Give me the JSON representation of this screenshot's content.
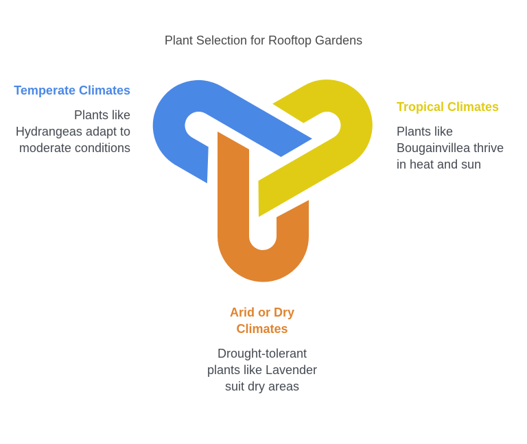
{
  "title": "Plant Selection for Rooftop Gardens",
  "colors": {
    "temperate": "#4a88e6",
    "tropical": "#e0cc14",
    "arid": "#e08430"
  },
  "sections": {
    "temperate": {
      "heading": "Temperate Climates",
      "text": "Plants like Hydrangeas adapt to moderate conditions"
    },
    "tropical": {
      "heading": "Tropical Climates",
      "text": "Plants like Bougainvillea thrive in heat and sun"
    },
    "arid": {
      "heading": "Arid or Dry Climates",
      "text": "Drought-tolerant plants like Lavender suit dry areas"
    }
  }
}
